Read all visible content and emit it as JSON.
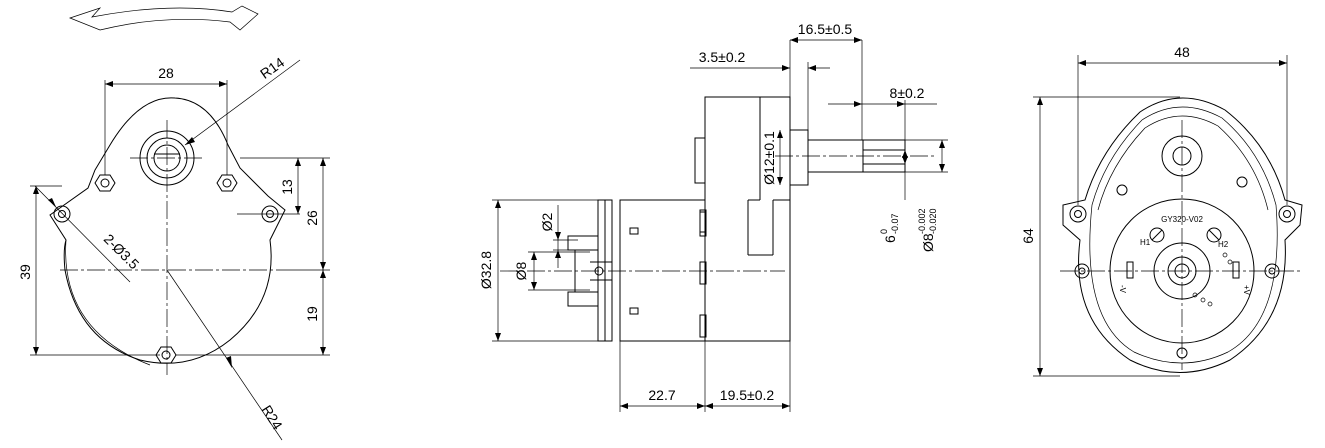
{
  "colors": {
    "line": "#000000",
    "background": "#ffffff"
  },
  "front_view": {
    "dim_width": "28",
    "dim_radius_top": "R14",
    "dim_holes": "2-Ø3.5",
    "dim_height_total": "39",
    "dim_13": "13",
    "dim_26": "26",
    "dim_19": "19",
    "dim_radius_bottom": "R24"
  },
  "side_view": {
    "dim_16_5": "16.5±0.5",
    "dim_3_5": "3.5±0.2",
    "dim_8": "8±0.2",
    "dim_d12": "Ø12±0.1",
    "dim_6_base": "6",
    "dim_6_upper": "0",
    "dim_6_lower": "-0.07",
    "dim_d8_base": "Ø8",
    "dim_d8_upper": "-0.002",
    "dim_d8_lower": "-0.020",
    "dim_d32_8": "Ø32.8",
    "dim_d2": "Ø2",
    "dim_d8_small": "Ø8",
    "dim_22_7": "22.7",
    "dim_19_5": "19.5±0.2"
  },
  "rear_view": {
    "dim_48": "48",
    "dim_64": "64",
    "label_model": "GY320-V02",
    "label_h1": "H1",
    "label_h2": "H2",
    "label_minus_v": "-V",
    "label_plus_v": "+V"
  }
}
